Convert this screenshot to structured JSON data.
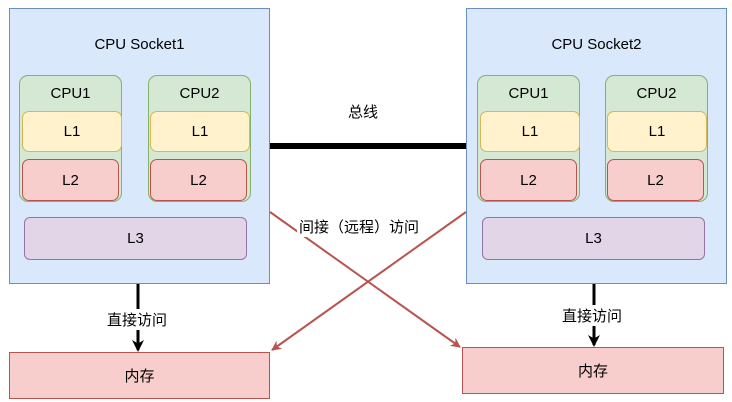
{
  "sockets": [
    {
      "title": "CPU Socket1",
      "cpus": [
        {
          "name": "CPU1",
          "l1": "L1",
          "l2": "L2"
        },
        {
          "name": "CPU2",
          "l1": "L1",
          "l2": "L2"
        }
      ],
      "l3": "L3"
    },
    {
      "title": "CPU Socket2",
      "cpus": [
        {
          "name": "CPU1",
          "l1": "L1",
          "l2": "L2"
        },
        {
          "name": "CPU2",
          "l1": "L1",
          "l2": "L2"
        }
      ],
      "l3": "L3"
    }
  ],
  "bus_label": "总线",
  "remote_access_label": "间接（远程）访问",
  "direct_access_label_left": "直接访问",
  "direct_access_label_right": "直接访问",
  "memory_left": "内存",
  "memory_right": "内存",
  "colors": {
    "socket_fill": "#dae8fc",
    "socket_stroke": "#6c8ebf",
    "cpu_fill": "#d5e8d4",
    "l1_fill": "#fff2cc",
    "l2_fill": "#f8cecc",
    "l3_fill": "#e1d5e7",
    "memory_fill": "#f8cecc",
    "remote_arrow": "#b85450"
  }
}
